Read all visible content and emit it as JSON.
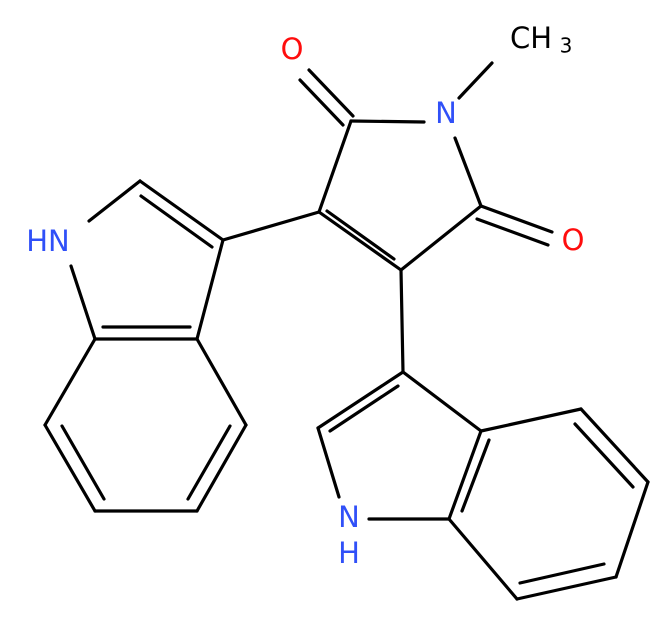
{
  "colors": {
    "bond": "#000000",
    "oxygen": "#ff0d0d",
    "nitrogen": "#3050f8",
    "carbon_label": "#000000"
  },
  "labels": {
    "oxygen_top": "O",
    "oxygen_right": "O",
    "imide_nitrogen": "N",
    "methyl_main": "CH",
    "methyl_subscript": "3",
    "indole_left_nh": "HN",
    "indole_bottom_nh_n": "N",
    "indole_bottom_nh_h": "H"
  }
}
